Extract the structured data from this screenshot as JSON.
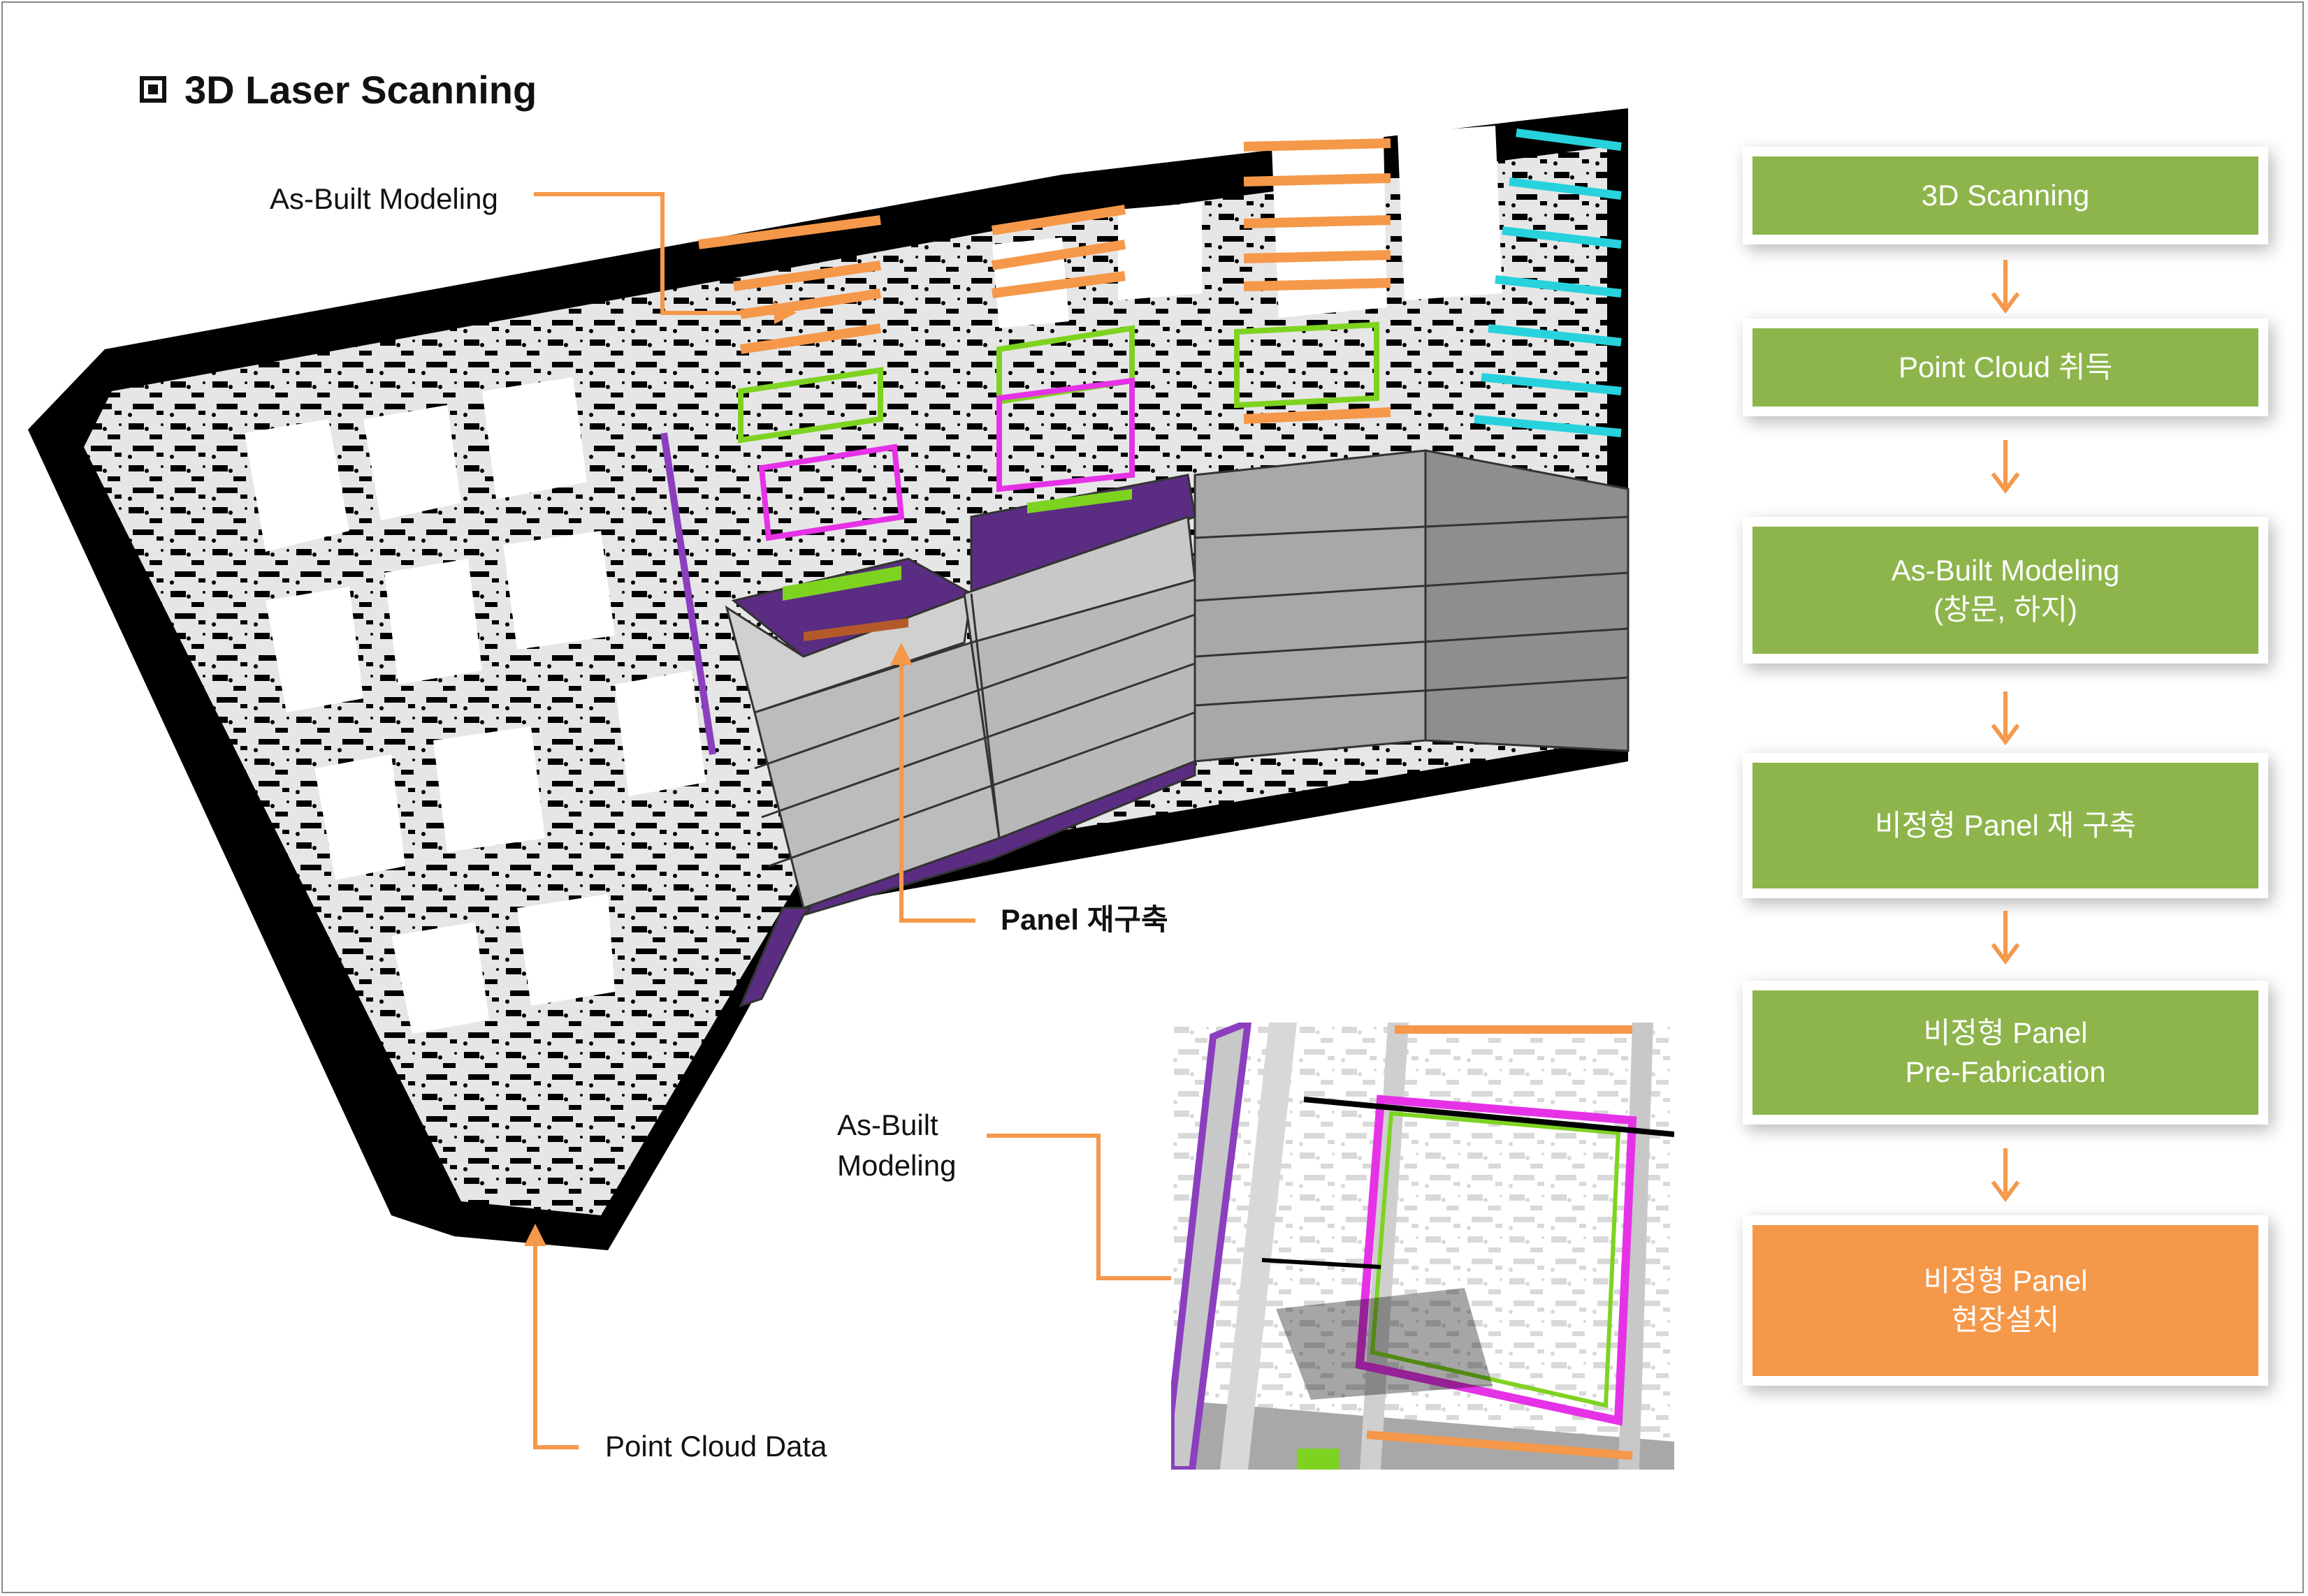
{
  "title": "3D Laser Scanning",
  "callouts": {
    "as_built_top": "As-Built Modeling",
    "panel_rebuild": "Panel 재구축",
    "as_built_inset_line1": "As-Built",
    "as_built_inset_line2": "Modeling",
    "point_cloud": "Point Cloud Data"
  },
  "flow": [
    {
      "lines": [
        "3D Scanning"
      ],
      "color": "#8db54b"
    },
    {
      "lines": [
        "Point Cloud 취득"
      ],
      "color": "#8db54b"
    },
    {
      "lines": [
        "As-Built Modeling",
        "(창문, 하지)"
      ],
      "color": "#8db54b"
    },
    {
      "lines": [
        "비정형 Panel 재 구축"
      ],
      "color": "#8db54b"
    },
    {
      "lines": [
        "비정형 Panel",
        "Pre-Fabrication"
      ],
      "color": "#8db54b"
    },
    {
      "lines": [
        "비정형 Panel",
        "현장설치"
      ],
      "color": "#f5984a"
    }
  ],
  "colors": {
    "accent_orange": "#f5984a",
    "flow_green": "#8db54b",
    "model_purple": "#8b3fbf",
    "model_magenta": "#e632e6",
    "model_cyan": "#28d2dc",
    "model_lime": "#7ed321",
    "panel_gray": "#b4b4b4"
  }
}
